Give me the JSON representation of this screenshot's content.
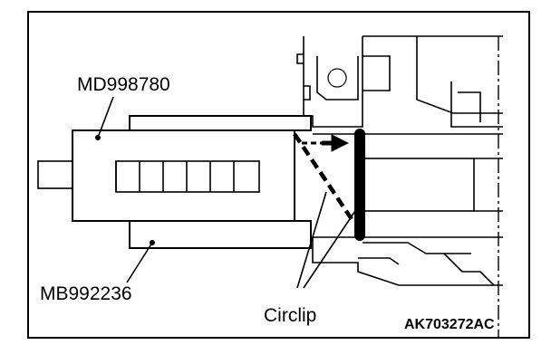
{
  "figure": {
    "labels": {
      "tool_top": "MD998780",
      "tool_bottom": "MB992236",
      "part": "Circlip",
      "figure_code": "AK703272AC"
    },
    "colors": {
      "stroke": "#000000",
      "background": "#ffffff"
    }
  }
}
